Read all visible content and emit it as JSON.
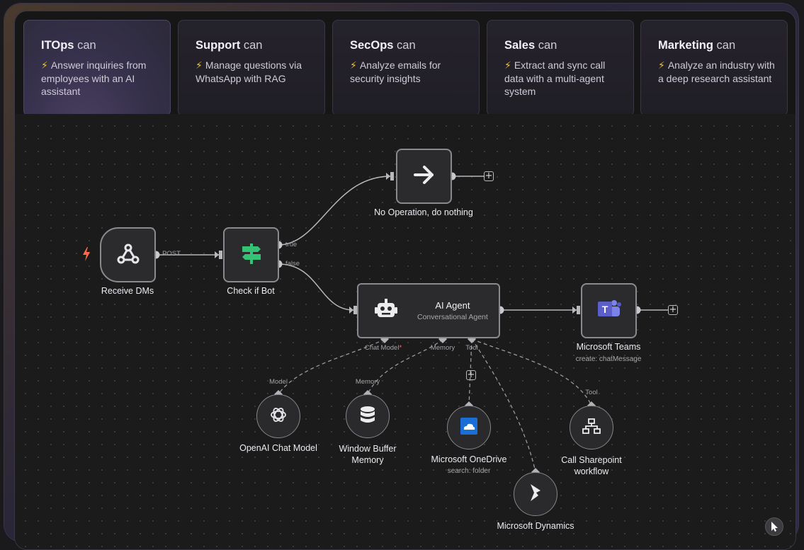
{
  "cards": [
    {
      "team": "ITOps",
      "can": "can",
      "desc": "Answer inquiries from employees with an AI assistant"
    },
    {
      "team": "Support",
      "can": "can",
      "desc": "Manage questions via WhatsApp with RAG"
    },
    {
      "team": "SecOps",
      "can": "can",
      "desc": "Analyze emails for security insights"
    },
    {
      "team": "Sales",
      "can": "can",
      "desc": "Extract and sync call data with a multi-agent system"
    },
    {
      "team": "Marketing",
      "can": "can",
      "desc": "Analyze an industry with a deep research assistant"
    }
  ],
  "workflow": {
    "trigger": {
      "label": "Receive DMs",
      "port": "POST"
    },
    "check": {
      "label": "Check if Bot",
      "true_port": "true",
      "false_port": "false"
    },
    "noop": {
      "label": "No Operation, do nothing"
    },
    "agent": {
      "title": "AI Agent",
      "subtitle": "Conversational Agent",
      "ports": {
        "chat_model": "Chat Model",
        "required_mark": "*",
        "memory": "Memory",
        "tool": "Tool"
      }
    },
    "teams": {
      "label": "Microsoft Teams",
      "sublabel": "create: chatMessage"
    },
    "openai": {
      "label": "OpenAI Chat Model",
      "port": "Model"
    },
    "memory": {
      "label_line1": "Window Buffer",
      "label_line2": "Memory",
      "port": "Memory"
    },
    "onedrive": {
      "label": "Microsoft OneDrive",
      "sublabel": "search: folder"
    },
    "sharepoint": {
      "label_line1": "Call Sharepoint",
      "label_line2": "workflow",
      "port": "Tool"
    },
    "dynamics": {
      "label": "Microsoft Dynamics"
    }
  },
  "colors": {
    "bolt": "#f5c518",
    "trigger_icon": "#ff6b4a",
    "if_node": "#35c274",
    "teams": "#5b5fc7",
    "onedrive": "#1a6fd6"
  }
}
